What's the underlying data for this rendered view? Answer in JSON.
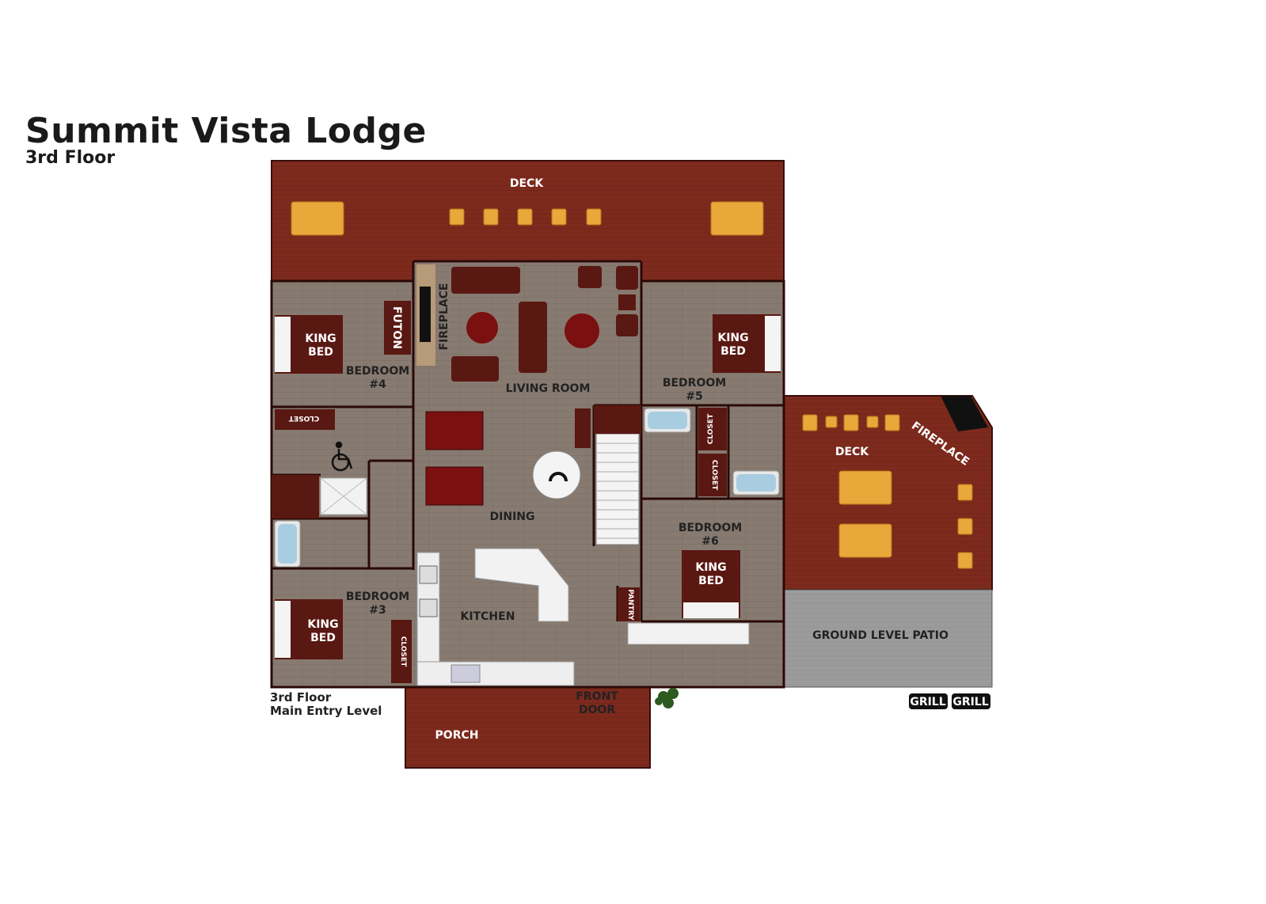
{
  "header": {
    "title": "Summit Vista Lodge",
    "subtitle": "3rd Floor"
  },
  "caption": {
    "line1": "3rd Floor",
    "line2": "Main Entry Level"
  },
  "rooms": {
    "deck_top": "DECK",
    "fireplace_main": "FIREPLACE",
    "living_room": "LIVING ROOM",
    "dining": "DINING",
    "kitchen": "KITCHEN",
    "pantry": "PANTRY",
    "front_door_1": "FRONT",
    "front_door_2": "DOOR",
    "porch": "PORCH",
    "bedroom4_1": "BEDROOM",
    "bedroom4_2": "#4",
    "bedroom5_1": "BEDROOM",
    "bedroom5_2": "#5",
    "bedroom6_1": "BEDROOM",
    "bedroom6_2": "#6",
    "bedroom3_1": "BEDROOM",
    "bedroom3_2": "#3",
    "king": "KING",
    "bed": "BED",
    "futon": "FUTON",
    "closet": "CLOSET",
    "deck_right": "DECK",
    "fireplace_deck": "FIREPLACE",
    "patio": "GROUND LEVEL PATIO",
    "grill": "GRILL"
  },
  "colors": {
    "deck": "#7d2a1d",
    "floor": "#8a7d74",
    "furniture": "#5a1812",
    "patio": "#9a9a9a",
    "table_gold": "#e8a83a"
  }
}
